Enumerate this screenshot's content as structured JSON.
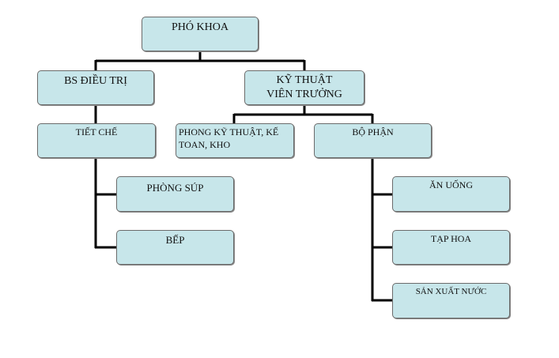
{
  "nodes": {
    "pho_khoa": "PHÓ KHOA",
    "bs_dieu_tri": "BS ĐIỀU TRỊ",
    "ky_thuat_vien_truong": "KỸ THUẬT VIÊN TRƯỞNG",
    "tiet_che": "TIẾT CHẾ",
    "phong_ky_thuat": "PHONG KỸ THUẬT, KẾ TOAN, KHO",
    "bo_phan": "BỘ PHẬN",
    "phong_sup": "PHÒNG SÚP",
    "bep": "BẾP",
    "an_uong": "ĂN UỐNG",
    "tap_hoa": "TẠP HOA",
    "san_xuat_nuoc": "SẢN XUẤT NƯỚC"
  },
  "colors": {
    "box_fill": "#c7e6ea",
    "box_border": "#6b6b6b",
    "connector": "#000000"
  }
}
